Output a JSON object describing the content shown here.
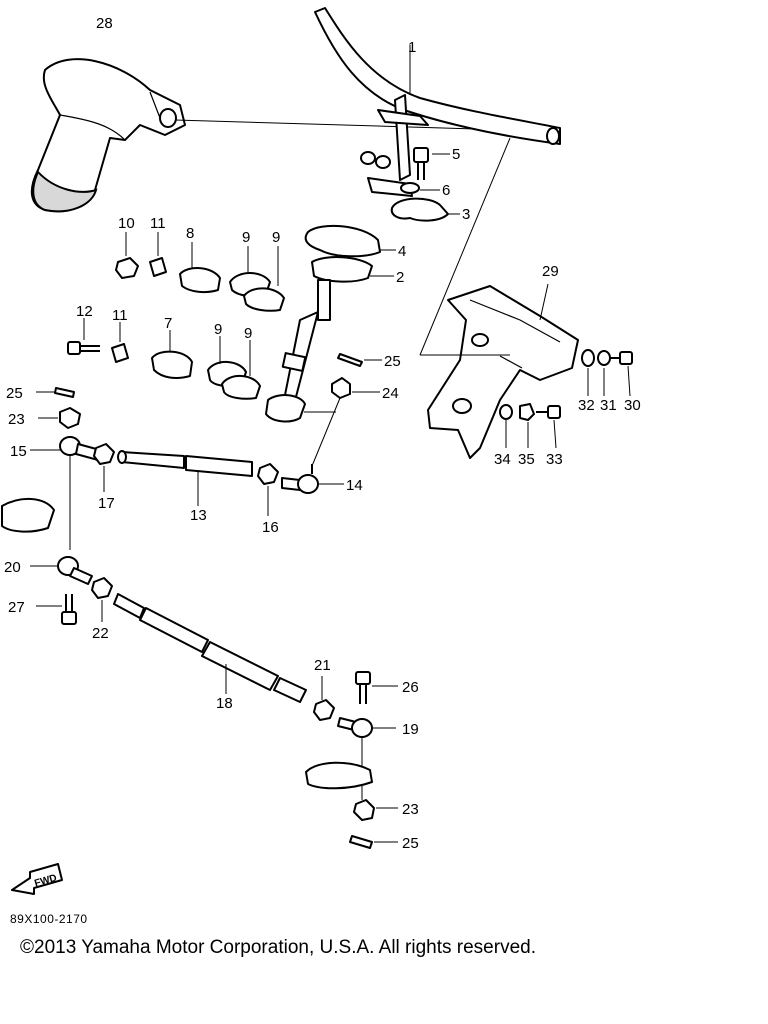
{
  "labels": {
    "l1": "1",
    "l2": "2",
    "l3": "3",
    "l4": "4",
    "l5": "5",
    "l6": "6",
    "l7": "7",
    "l8": "8",
    "l9a": "9",
    "l9b": "9",
    "l9c": "9",
    "l9d": "9",
    "l10": "10",
    "l11a": "11",
    "l11b": "11",
    "l12": "12",
    "l13": "13",
    "l14": "14",
    "l15": "15",
    "l16": "16",
    "l17": "17",
    "l18": "18",
    "l19": "19",
    "l20": "20",
    "l21": "21",
    "l22": "22",
    "l23a": "23",
    "l23b": "23",
    "l24": "24",
    "l25a": "25",
    "l25b": "25",
    "l25c": "25",
    "l26": "26",
    "l27": "27",
    "l28": "28",
    "l29": "29",
    "l30": "30",
    "l31": "31",
    "l32": "32",
    "l33": "33",
    "l34": "34",
    "l35": "35"
  },
  "fwd_label": "FWD",
  "reference_code": "89X100-2170",
  "copyright": "©2013 Yamaha Motor Corporation, U.S.A. All rights reserved."
}
